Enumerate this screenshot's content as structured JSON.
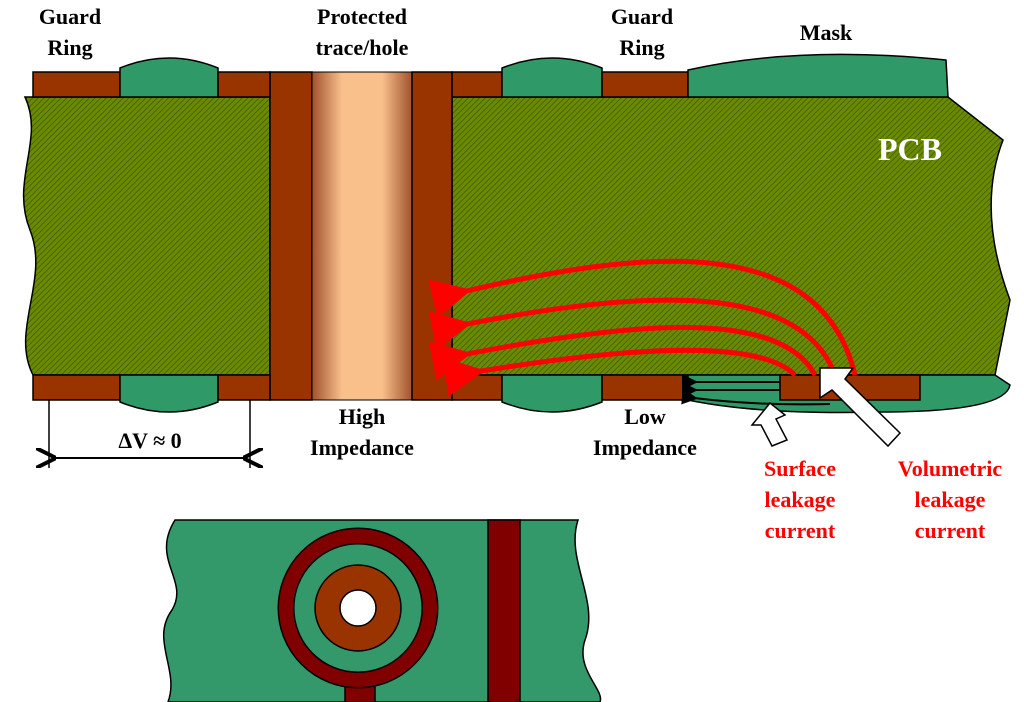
{
  "labels": {
    "guard_ring_left": [
      "Guard",
      "Ring"
    ],
    "protected": [
      "Protected",
      "trace/hole"
    ],
    "guard_ring_right": [
      "Guard",
      "Ring"
    ],
    "mask": "Mask",
    "pcb": "PCB",
    "high_impedance": [
      "High",
      "Impedance"
    ],
    "low_impedance": [
      "Low",
      "Impedance"
    ],
    "delta_v": "ΔV ≈ 0",
    "surface_leakage": [
      "Surface",
      "leakage",
      "current"
    ],
    "volumetric_leakage": [
      "Volumetric",
      "leakage",
      "current"
    ]
  },
  "colors": {
    "pcb": "#5f7f00",
    "copper": "#993300",
    "mask": "#2f9a68",
    "hole": "#f9c08c",
    "leakage": "#ff0000",
    "guard_top_view": "#800000"
  }
}
